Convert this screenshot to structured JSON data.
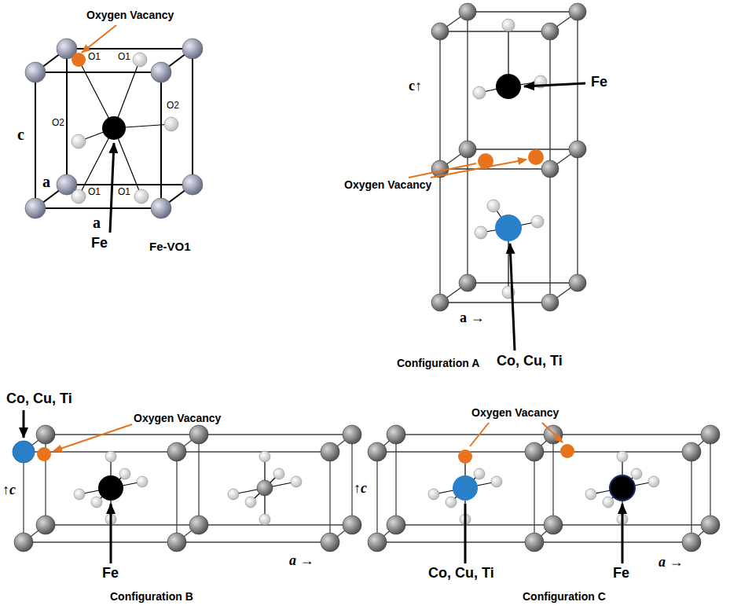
{
  "diagram": {
    "labels": [
      "Oxygen Vacancy",
      "O1",
      "O1",
      "O2",
      "O2",
      "O1",
      "O1",
      "c",
      "a",
      "a",
      "Fe",
      "Fe-VO1",
      "Fe",
      "c↑",
      "Oxygen Vacancy",
      "a →",
      "Configuration A",
      "Co, Cu, Ti",
      "Co, Cu, Ti",
      "Oxygen Vacancy",
      "↑c",
      "Fe",
      "a →",
      "Configuration B",
      "Oxygen Vacancy",
      "↑c",
      "Co, Cu, Ti",
      "Fe",
      "a →",
      "Configuration C"
    ]
  }
}
